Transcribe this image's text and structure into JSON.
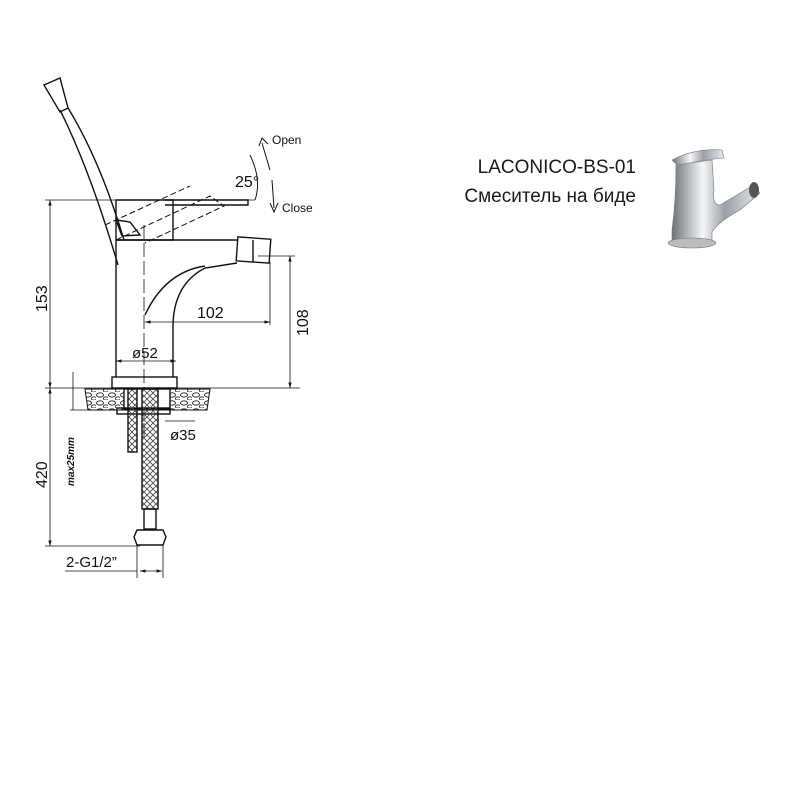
{
  "product": {
    "model": "LACONICO-BS-01",
    "description": "Смеситель на биде"
  },
  "drawing": {
    "angle": "25°",
    "open_label": "Open",
    "close_label": "Close",
    "dim_height_total": "153",
    "dim_spout_reach": "102",
    "dim_spout_height": "108",
    "dim_base_diameter": "ø52",
    "dim_stud_diameter": "ø35",
    "dim_hose_length": "420",
    "dim_max_counter": "max25mm",
    "dim_connection": "2-G1/2”"
  }
}
